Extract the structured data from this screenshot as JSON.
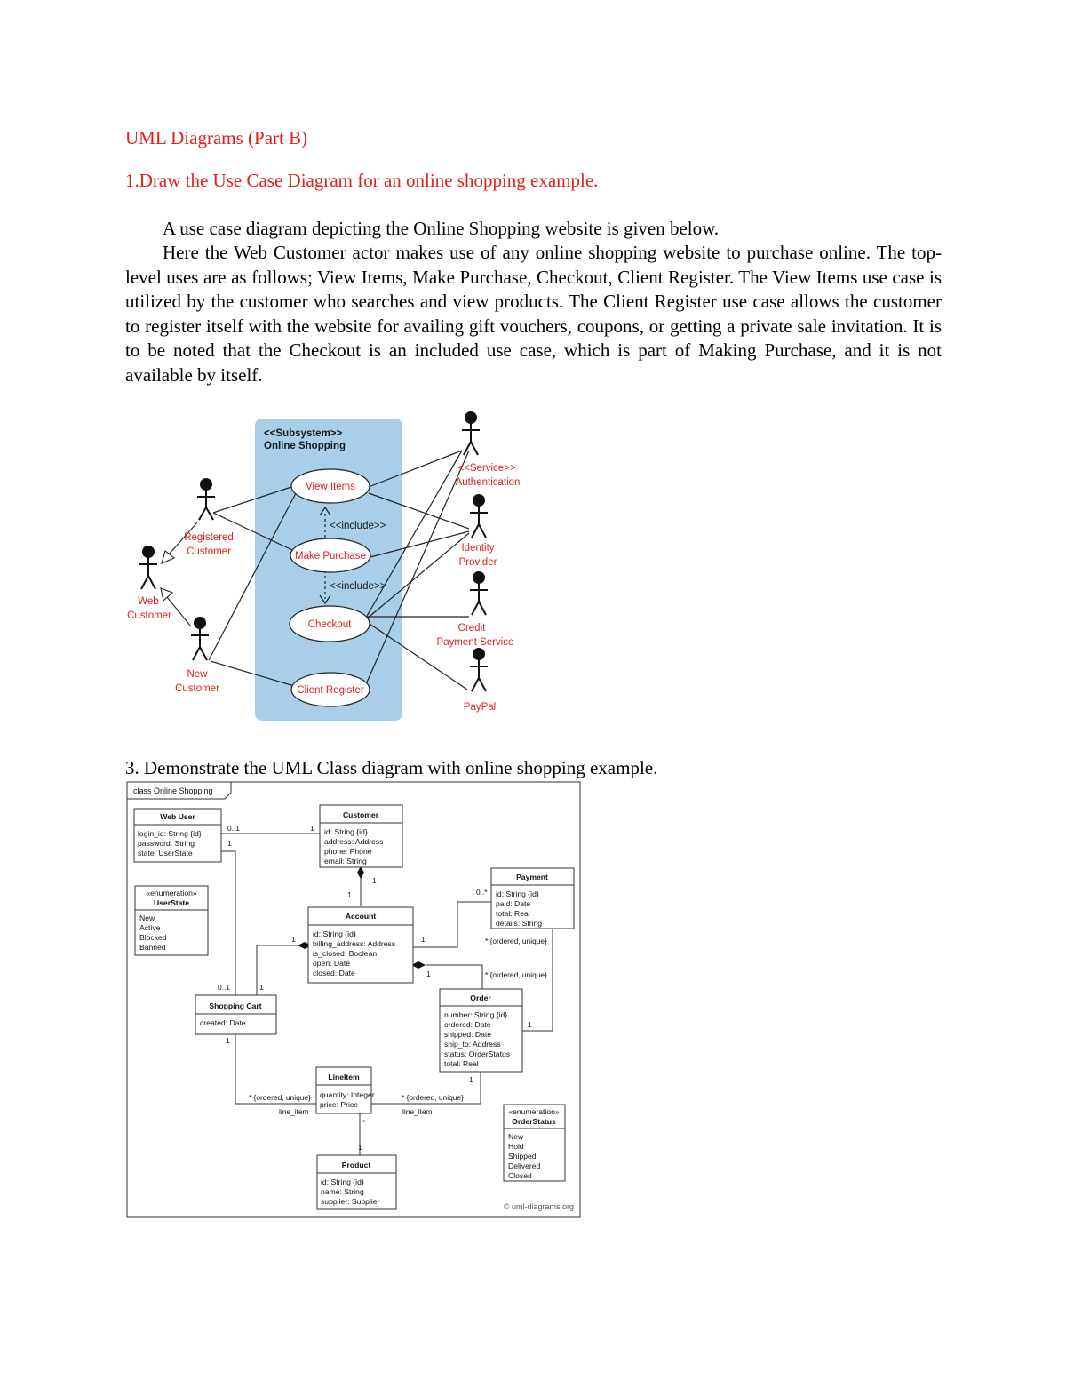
{
  "title": "UML Diagrams (Part B)",
  "q1": "1.Draw the Use Case Diagram for an online shopping example.",
  "p1": "A use case diagram depicting the Online Shopping website is given below.",
  "p2": "Here the Web Customer actor makes use of any online shopping website to purchase online. The top-level uses are as follows; View Items, Make Purchase, Checkout, Client Register. The View Items use case is utilized by the customer who searches and view products. The Client Register use case allows the customer to register itself with the website for availing gift vouchers, coupons, or getting a private sale invitation. It is to be noted that the Checkout is an included use case, which is part of Making Purchase, and it is not available by itself.",
  "q3": "3. Demonstrate the UML Class diagram with online shopping example.",
  "usecase": {
    "subsystem_stereo": "<<Subsystem>>",
    "subsystem_name": "Online Shopping",
    "use_cases": [
      "View Items",
      "Make Purchase",
      "Checkout",
      "Client Register"
    ],
    "include": "<<include>>",
    "actors": {
      "registered_1": "Registered",
      "registered_2": "Customer",
      "web_1": "Web",
      "web_2": "Customer",
      "new_1": "New",
      "new_2": "Customer",
      "auth_1": "<<Service>>",
      "auth_2": "Authentication",
      "idp_1": "Identity",
      "idp_2": "Provider",
      "credit_1": "Credit",
      "credit_2": "Payment Service",
      "paypal": "PayPal"
    }
  },
  "classdiagram": {
    "frame": "class Online Shopping",
    "web_user": {
      "name": "Web User",
      "attrs": [
        "login_id: String {id}",
        "password: String",
        "state: UserState"
      ]
    },
    "customer": {
      "name": "Customer",
      "attrs": [
        "id: String {id}",
        "address: Address",
        "phone: Phone",
        "email: String"
      ]
    },
    "userstate": {
      "stereo": "«enumeration»",
      "name": "UserState",
      "values": [
        "New",
        "Active",
        "Blocked",
        "Banned"
      ]
    },
    "account": {
      "name": "Account",
      "attrs": [
        "id: String {id}",
        "billing_address: Address",
        "is_closed: Boolean",
        "open: Date",
        "closed: Date"
      ]
    },
    "payment": {
      "name": "Payment",
      "attrs": [
        "id: String {id}",
        "paid: Date",
        "total: Real",
        "details: String"
      ]
    },
    "order": {
      "name": "Order",
      "attrs": [
        "number: String {id}",
        "ordered: Date",
        "shipped: Date",
        "ship_to: Address",
        "status: OrderStatus",
        "total: Real"
      ]
    },
    "cart": {
      "name": "Shopping Cart",
      "attrs": [
        "created: Date"
      ]
    },
    "lineitem": {
      "name": "LineItem",
      "attrs": [
        "quantity: Integer",
        "price: Price"
      ]
    },
    "product": {
      "name": "Product",
      "attrs": [
        "id: String {id}",
        "name: String",
        "supplier: Supplier"
      ]
    },
    "orderstatus": {
      "stereo": "«enumeration»",
      "name": "OrderStatus",
      "values": [
        "New",
        "Hold",
        "Shipped",
        "Delivered",
        "Closed"
      ]
    },
    "mult": {
      "wu_cust_a": "0..1",
      "wu_cust_b": "1",
      "wu_cart": "1",
      "cust_acc_a": "1",
      "cust_acc_b": "1",
      "acc_cart_a": "1",
      "cart_acc": "0..1",
      "cart_acc_b": "1",
      "acc_pay": "1",
      "pay_acc": "0..*",
      "pay_order": "* {ordered, unique}",
      "acc_order": "1",
      "order_acc": "* {ordered, unique}",
      "order_pay": "1",
      "cart_li": "1",
      "li_cart": "* {ordered, unique}",
      "li_cart_role": "line_item",
      "order_li": "1",
      "li_order": "* {ordered, unique}",
      "li_order_role": "line_item",
      "li_prod": "*",
      "prod_li": "1"
    },
    "watermark": "© uml-diagrams.org"
  }
}
